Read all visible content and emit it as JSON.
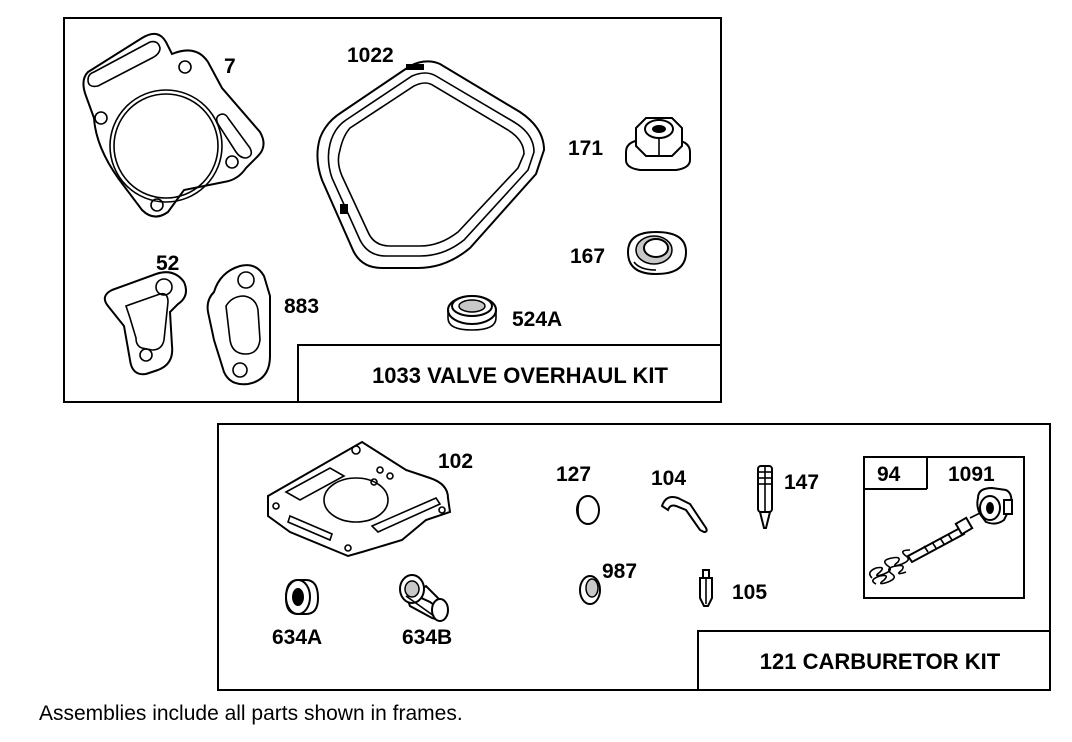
{
  "kits": [
    {
      "title": "1033 VALVE OVERHAUL KIT",
      "parts": [
        "7",
        "1022",
        "171",
        "167",
        "52",
        "883",
        "524A"
      ]
    },
    {
      "title": "121 CARBURETOR KIT",
      "parts": [
        "102",
        "127",
        "104",
        "147",
        "634A",
        "634B",
        "987",
        "105"
      ],
      "sub_assembly": {
        "left_label": "94",
        "right_label": "1091"
      }
    }
  ],
  "footnote": "Assemblies include all parts shown in frames."
}
